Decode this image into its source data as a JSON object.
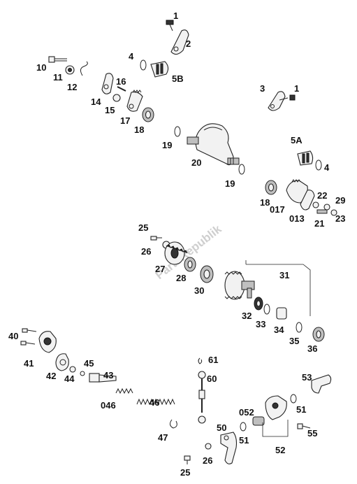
{
  "diagram": {
    "watermark": "PartsRepublik",
    "labels": {
      "l1a": "1",
      "l2": "2",
      "l4a": "4",
      "l5b": "5B",
      "l10": "10",
      "l11": "11",
      "l12": "12",
      "l16": "16",
      "l14": "14",
      "l15": "15",
      "l17": "17",
      "l18a": "18",
      "l3": "3",
      "l1b": "1",
      "l19a": "19",
      "l20": "20",
      "l19b": "19",
      "l5a": "5A",
      "l4b": "4",
      "l22": "22",
      "l29": "29",
      "l18b": "18",
      "l017": "017",
      "l013": "013",
      "l21": "21",
      "l23": "23",
      "l25a": "25",
      "l26a": "26",
      "l27": "27",
      "l28": "28",
      "l30": "30",
      "l31": "31",
      "l32": "32",
      "l33": "33",
      "l34": "34",
      "l35": "35",
      "l36": "36",
      "l40": "40",
      "l41": "41",
      "l42": "42",
      "l44": "44",
      "l45": "45",
      "l43": "43",
      "l046": "046",
      "l46": "46",
      "l47": "47",
      "l61": "61",
      "l60": "60",
      "l53": "53",
      "l052": "052",
      "l51a": "51",
      "l51b": "51",
      "l52": "52",
      "l55": "55",
      "l50": "50",
      "l26b": "26",
      "l25b": "25"
    }
  }
}
